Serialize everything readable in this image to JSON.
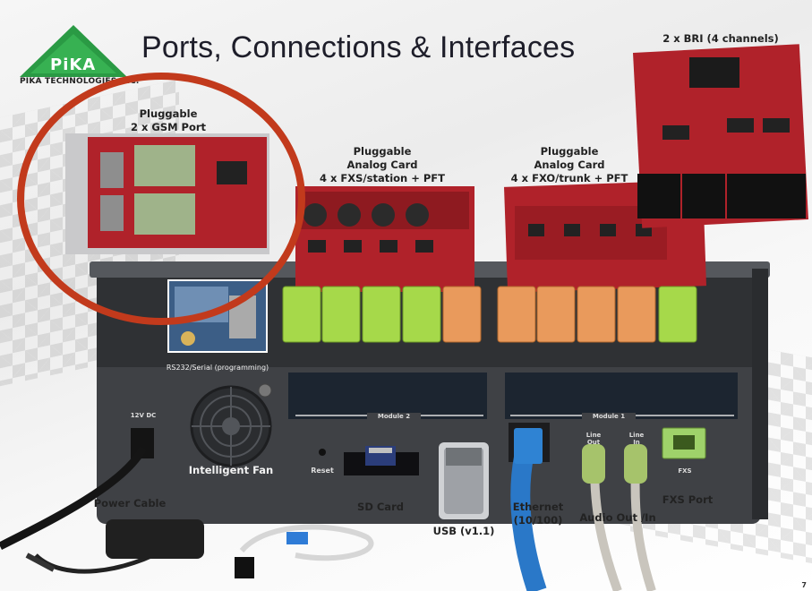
{
  "slide": {
    "title": "Ports, Connections & Interfaces",
    "page_number": "7"
  },
  "logo": {
    "mark": "PiKA",
    "company": "PIKA TECHNOLOGIES INC."
  },
  "labels": {
    "gsm_line1": "Pluggable",
    "gsm_line2": "2 x GSM Port",
    "fxs_card_line1": "Pluggable",
    "fxs_card_line2": "Analog Card",
    "fxs_card_line3": "4 x FXS/station + PFT",
    "fxo_card_line1": "Pluggable",
    "fxo_card_line2": "Analog Card",
    "fxo_card_line3": "4 x FXO/trunk + PFT",
    "bri": "2 x BRI (4 channels)",
    "rs232": "RS232/Serial (programming)",
    "intelligent_fan": "Intelligent Fan",
    "reset": "Reset",
    "module2": "Module 2",
    "module1": "Module 1",
    "power_dc": "12V DC",
    "line_out_1": "Line",
    "line_out_2": "Out",
    "line_in_1": "Line",
    "line_in_2": "In",
    "fxs_small": "FXS",
    "power_cable": "Power Cable",
    "sd_card": "SD Card",
    "usb": "USB (v1.1)",
    "ethernet_1": "Ethernet",
    "ethernet_2": "(10/100)",
    "audio": "Audio Out /In",
    "fxs_port": "FXS Port"
  },
  "colors": {
    "accent_circle": "#c23a1c",
    "pcb_red": "#b0222a",
    "port_green": "#a6d94a",
    "port_orange": "#e99a5c",
    "chassis": "#3f4145",
    "ethernet_cable": "#2a78c8",
    "logo_green": "#1f8a3c"
  }
}
